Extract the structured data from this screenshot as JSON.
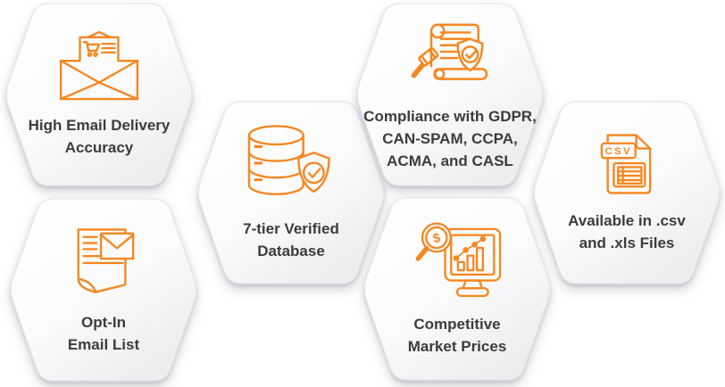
{
  "page": {
    "background": "#FFFFFF",
    "description": "Six hexagonal feature badges with orange line icons"
  },
  "theme": {
    "accent_orange": "#F6861F",
    "label_color": "#3C3C3C",
    "card_fill_top": "#FFFFFF",
    "card_fill_bottom": "#EDEDF0",
    "card_border": "#E8E8EC",
    "shadow_color": "rgba(125,125,140,0.30)"
  },
  "cards": [
    {
      "label": "High Email Delivery\nAccuracy",
      "icon": "open-envelope-cart-icon"
    },
    {
      "label": "7-tier Verified\nDatabase",
      "icon": "database-shield-check-icon"
    },
    {
      "label": "Compliance with GDPR,\nCAN-SPAM, CCPA,\nACMA, and CASL",
      "icon": "scroll-gavel-shield-icon"
    },
    {
      "label": "Available in .csv\nand .xls Files",
      "icon": "csv-file-icon",
      "icon_badge": "CSV"
    },
    {
      "label": "Opt-In\nEmail List",
      "icon": "document-envelope-icon"
    },
    {
      "label": "Competitive\nMarket Prices",
      "icon": "monitor-chart-magnifier-icon",
      "icon_symbol": "$"
    }
  ]
}
